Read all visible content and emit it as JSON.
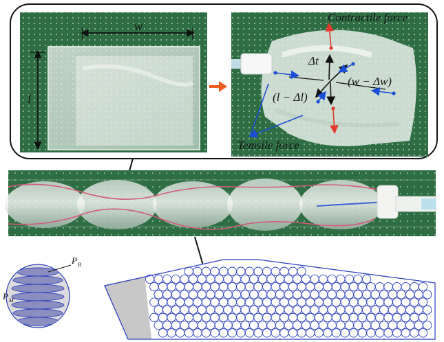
{
  "labels": {
    "width": "w",
    "length": "l",
    "thickness_change": "Δt",
    "width_change": "(w − Δw)",
    "length_change": "(l − Δl)",
    "contractile_force": "Contractile force",
    "tensile_force": "Temsile force",
    "pressure_b": "P",
    "pressure_b_sub": "B",
    "pressure_m": "P",
    "pressure_m_sub": "M"
  },
  "colors": {
    "frame_border": "#111111",
    "mat_green": "#2f6e42",
    "grid_dot": "#cfe3d3",
    "bag_film": "#e6efe9",
    "red_arrow": "#e23a2a",
    "blue_arrow": "#1a4fd6",
    "orange_arrow": "#f05a1f",
    "circle_stroke": "#2b3fbf",
    "ellipse_fill": "#8b8fc0",
    "gray_region": "#c8c8c8",
    "tube_red_line": "#d45a7a"
  },
  "icons": {
    "between_photos": "right-arrow-icon"
  }
}
